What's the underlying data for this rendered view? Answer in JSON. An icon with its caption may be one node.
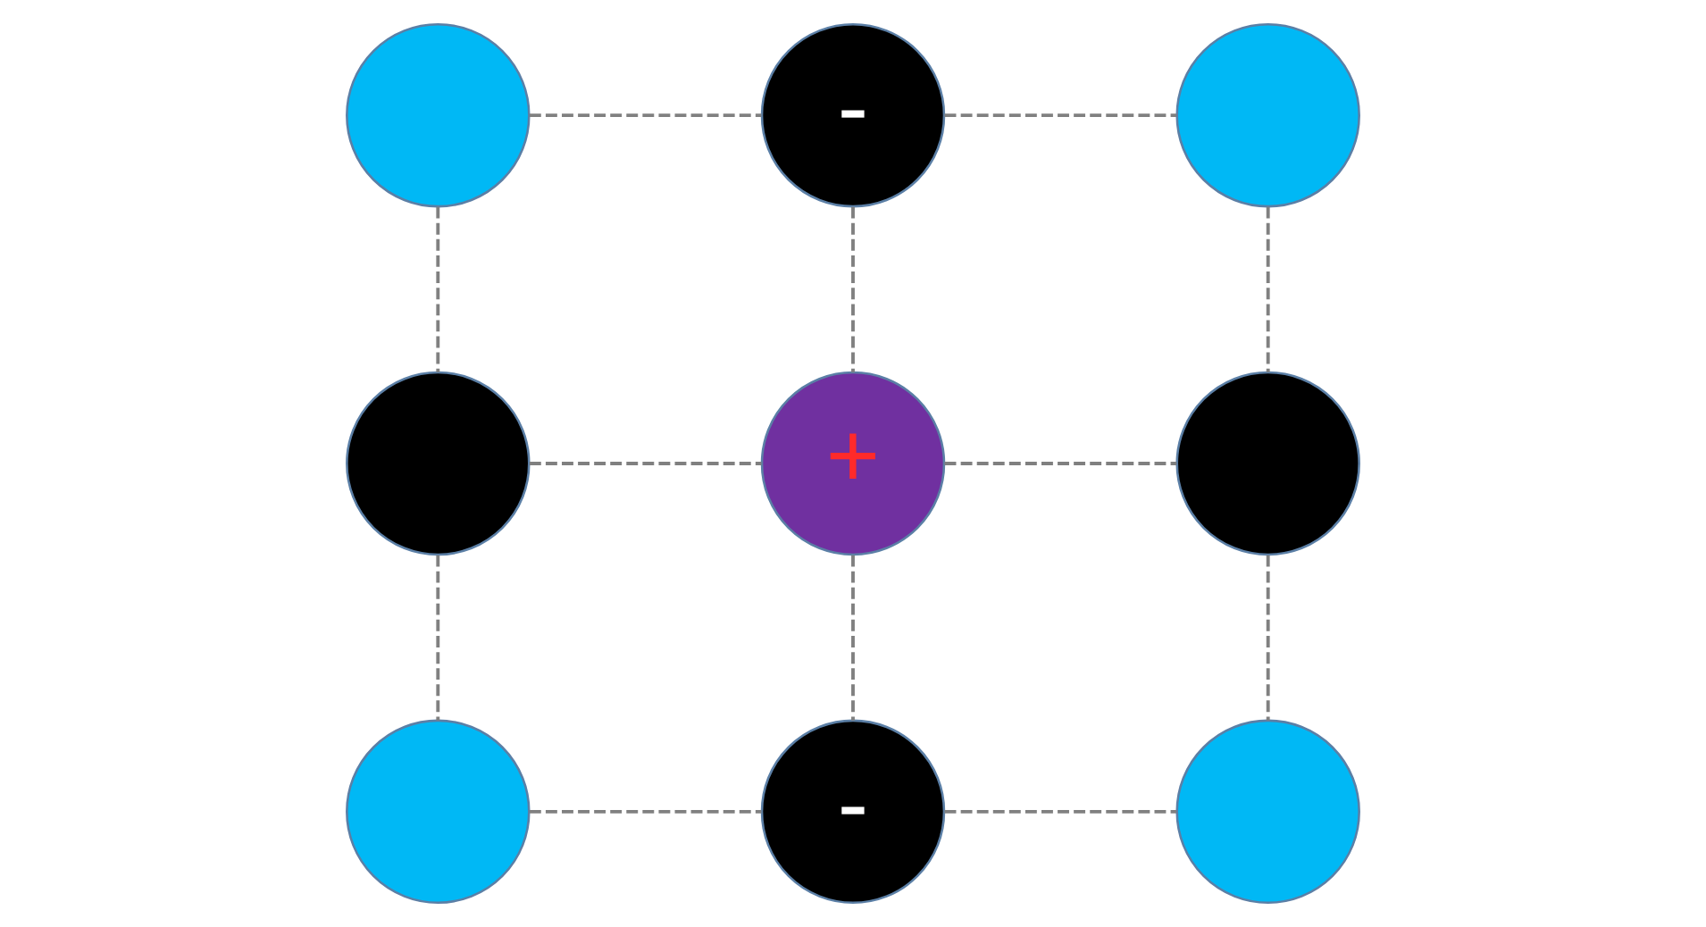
{
  "diagram": {
    "nodes": [
      {
        "text": [],
        "shape": "circle"
      },
      {
        "text": [
          "-"
        ]
      },
      {
        "text": [],
        "shape": "circle"
      },
      {
        "text": [],
        "shape": "circle"
      },
      {
        "text": [
          "+"
        ]
      },
      {
        "text": [],
        "shape": "circle"
      },
      {
        "text": [],
        "shape": "circle"
      },
      {
        "text": [
          "-"
        ]
      },
      {
        "text": [],
        "shape": "circle"
      }
    ],
    "edges": [
      {
        "from": 0,
        "to": 1,
        "arrow": "none",
        "style": "dashed"
      },
      {
        "from": 1,
        "to": 2,
        "arrow": "none",
        "style": "dashed"
      },
      {
        "from": 3,
        "to": 4,
        "arrow": "none",
        "style": "dashed"
      },
      {
        "from": 4,
        "to": 5,
        "arrow": "none",
        "style": "dashed"
      },
      {
        "from": 6,
        "to": 7,
        "arrow": "none",
        "style": "dashed"
      },
      {
        "from": 7,
        "to": 8,
        "arrow": "none",
        "style": "dashed"
      },
      {
        "from": 0,
        "to": 3,
        "arrow": "none",
        "style": "dashed"
      },
      {
        "from": 3,
        "to": 6,
        "arrow": "none",
        "style": "dashed"
      },
      {
        "from": 1,
        "to": 4,
        "arrow": "none",
        "style": "dashed"
      },
      {
        "from": 4,
        "to": 7,
        "arrow": "none",
        "style": "dashed"
      },
      {
        "from": 2,
        "to": 5,
        "arrow": "none",
        "style": "dashed"
      },
      {
        "from": 5,
        "to": 8,
        "arrow": "none",
        "style": "dashed"
      }
    ]
  }
}
